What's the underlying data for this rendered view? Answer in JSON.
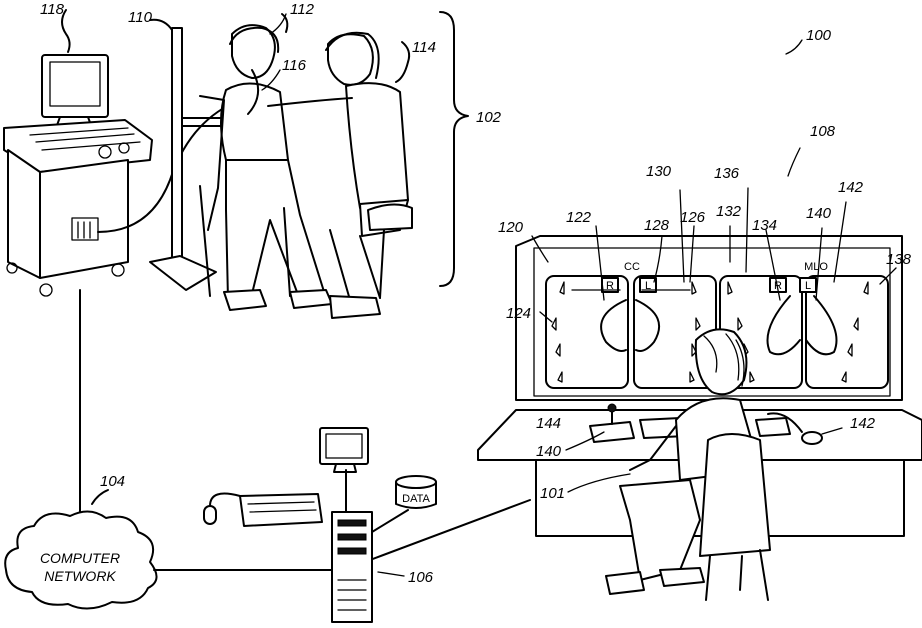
{
  "reference_numerals": {
    "n100": "100",
    "n101": "101",
    "n102": "102",
    "n104": "104",
    "n106": "106",
    "n108": "108",
    "n110": "110",
    "n112": "112",
    "n114": "114",
    "n116": "116",
    "n118": "118",
    "n120": "120",
    "n122": "122",
    "n124": "124",
    "n126": "126",
    "n128": "128",
    "n130": "130",
    "n132": "132",
    "n134": "134",
    "n136": "136",
    "n138": "138",
    "n140a": "140",
    "n140b": "140",
    "n142a": "142",
    "n142b": "142",
    "n144": "144"
  },
  "labels": {
    "network_line1": "COMPUTER",
    "network_line2": "NETWORK",
    "data": "DATA",
    "cc": "CC",
    "mlo": "MLO",
    "r1": "R",
    "l1": "L",
    "r2": "R",
    "l2": "L"
  }
}
